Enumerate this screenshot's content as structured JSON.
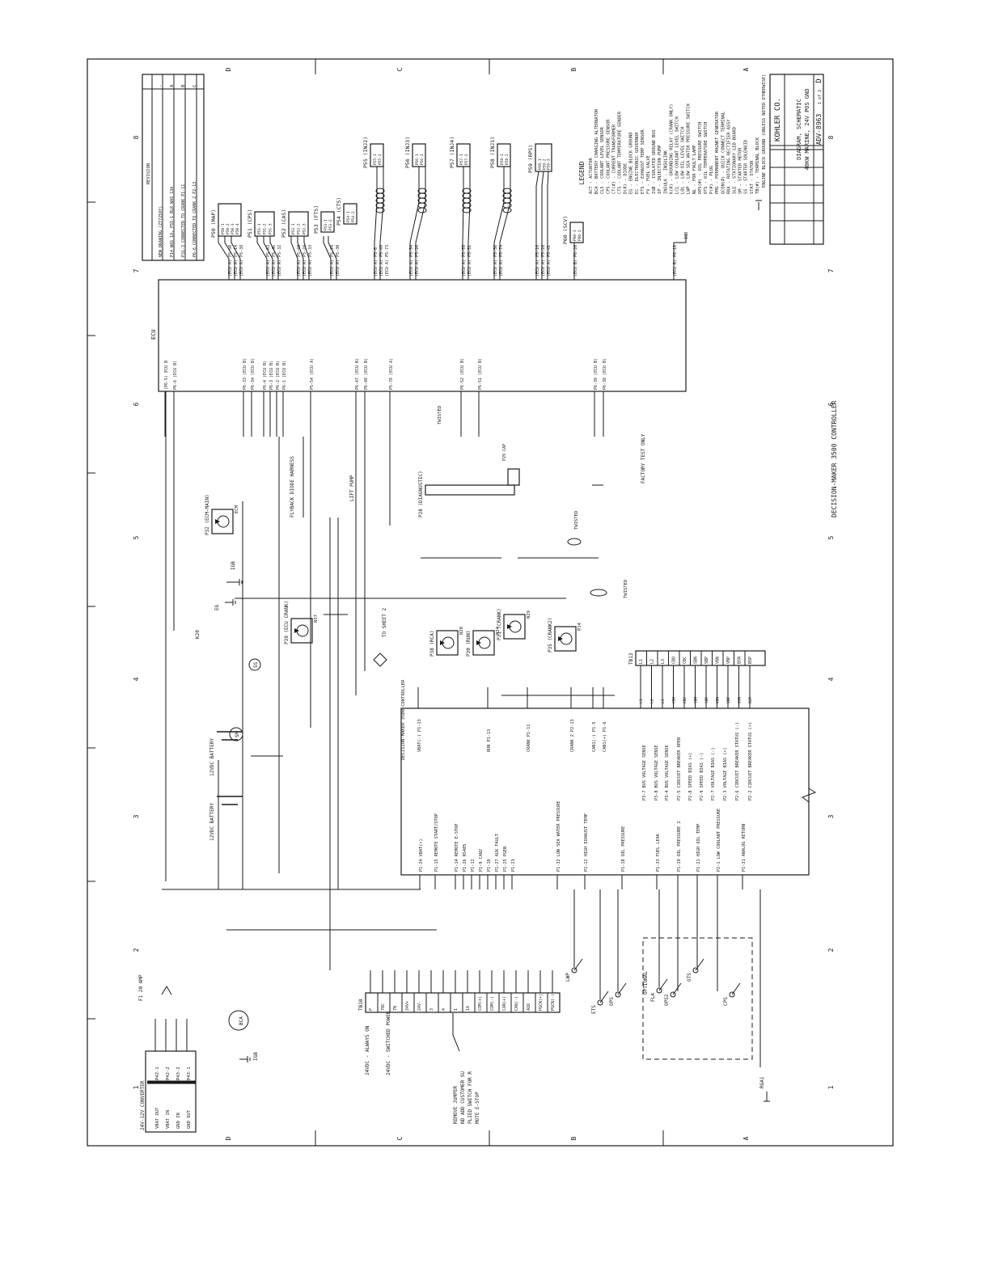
{
  "border": {
    "zones_rows": [
      "D",
      "C",
      "B",
      "A"
    ],
    "zones_cols": [
      "1",
      "2",
      "3",
      "4",
      "5",
      "6",
      "7",
      "8"
    ]
  },
  "title_block": {
    "company": "KOHLER CO.",
    "title_lines": [
      "DIAGRAM, SCHEMATIC",
      "40KW MARINE, 24V POS GND"
    ],
    "drawing_no": "ADV-8963",
    "sheet": "1 of 2",
    "size": "D"
  },
  "revisions": {
    "header": "REVISION",
    "rows": [
      {
        "rev": "-",
        "zone": "",
        "desc": "NEW DRAWING (ZT7259Y)"
      },
      {
        "rev": "A",
        "zone": "",
        "desc": "P14 WAS 1A, P55-1 BLK WAS 13A"
      },
      {
        "rev": "B",
        "zone": "",
        "desc": "P31-3 CONNECTED TO CRANK P1-11"
      },
      {
        "rev": "C",
        "zone": "",
        "desc": "P6-6 CONNECTED TO CRANK 2 P2-13"
      }
    ]
  },
  "ecu": {
    "title": "ECU",
    "controller_name": "DECISION-MAKER 3500 CONTROLLER",
    "left_pins": [
      "(P6-5) ECU B",
      "P6-6 (ECU B)",
      "P6-33 (ECU B)",
      "P6-34 (ECU B)",
      "P6-4 (ECU B)",
      "P6-3 (ECU B)",
      "P6-2 (ECU B)",
      "P6-1 (ECU B)",
      "P5-54 (ECU A)",
      "P6-47 (ECU B)",
      "P6-48 (ECU B)",
      "P5-78 (ECU A)",
      "P6-52 (ECU B)",
      "P6-51 (ECU B)",
      "P6-39 (ECU B)",
      "P6-38 (ECU B)"
    ],
    "right_pins": [
      "(ECU A) P5-50",
      "(ECU A) P5-14",
      "(ECU A) P5-38",
      "(ECU A) P5-63",
      "(ECU A) P5-46",
      "(ECU A) P5-32",
      "(ECU A) P5-48",
      "(ECU A) P5-24",
      "(ECU A) P5-33",
      "(ECU A) P5-7A",
      "(ECU A) P5-30",
      "(ECU A) P5-6",
      "(ECU A) P5-49",
      "(ECU A) P5-73",
      "(ECU A) P5-54",
      "(ECU A) P5-26",
      "(ECU A) P5-55",
      "(ECU A) P5-51",
      "(ECU A) P5-56",
      "(ECU A) P5-74",
      "(ECU A) P5-16",
      "(ECU A) P5-28",
      "(ECU A) P5-41",
      "(ECU B) P6-20",
      "(ECU B) P6-18"
    ]
  },
  "sensors": [
    {
      "ref": "P50 (MAP)",
      "pins": [
        "P50-1",
        "P50-2",
        "P50-3",
        "P50-4"
      ]
    },
    {
      "ref": "P51 (CPS)",
      "pins": [
        "P51-1",
        "P51-2",
        "P51-3"
      ]
    },
    {
      "ref": "P52 (CAS)",
      "pins": [
        "P52-1",
        "P52-2",
        "P52-3"
      ]
    },
    {
      "ref": "P53 (FTS)",
      "pins": [
        "P53-1",
        "P53-2"
      ]
    },
    {
      "ref": "P54 (CTS)",
      "pins": [
        "P54-1",
        "P54-2"
      ]
    },
    {
      "ref": "P55 (INJ2)",
      "pins": [
        "P55-1",
        "P55-2"
      ]
    },
    {
      "ref": "P56 (INJ3)",
      "pins": [
        "P56-1",
        "P56-2"
      ]
    },
    {
      "ref": "P57 (INJ4)",
      "pins": [
        "P57-1",
        "P57-2"
      ]
    },
    {
      "ref": "P58 (INJ1)",
      "pins": [
        "P58-1",
        "P58-2"
      ]
    },
    {
      "ref": "P59 (RPS)",
      "pins": [
        "P59-1",
        "P59-2",
        "P59-3"
      ]
    },
    {
      "ref": "P60 (SCV)",
      "pins": [
        "P60-1",
        "P60-2"
      ]
    }
  ],
  "legend": {
    "title": "LEGEND",
    "items": [
      "ACT - ACTUATOR",
      "BCA - BATTERY CHARGING ALTERNATOR",
      "CLS - COOLANT LEVEL SENSOR",
      "CPS - COOLANT PRESSURE SENSOR",
      "CT(#) - CURRENT TRANSFORMER",
      "CTS - COOLANT TEMPERATURE SENDER",
      "D(#) - DIODE",
      "EG - ENGINE BLOCK GROUND",
      "EC - ELECTRONIC GOVERNOR",
      "ETS - EXHAUST TEMP SENSOR",
      "FV - FUEL VALVE",
      "IGB - ISOLATED GROUND BUS",
      "IP - INJECTION PUMP",
      "INSULK - INSULINK",
      "K(#) - GROUNDING RELAY (CRANK ONLY)",
      "LCL - LOW COOLANT LEVEL SWITCH",
      "LOL - LOW OIL LEVEL SWITCH",
      "LWP - LOW SEA WATER PRESSURE SWITCH",
      "NL - FOR FAULT LAMP",
      "OPS(#) - OIL PRESSURE SWITCH",
      "OTS - OIL TEMPERATURE SWITCH",
      "P(#) - PLUG",
      "PMG - PERMANENT MAGNET GENERATOR",
      "QCON(#) - QUICK CONNECT TERMINAL",
      "RRA - ROTATING RECTIFIER ASSY",
      "SLE - STATIONARY LED BOARD",
      "SM - STARTER MOTOR",
      "SS - STARTER SOLENOID",
      "STAT - STATOR",
      "TB(#) - TERMINAL BLOCK"
    ],
    "ground_note": "ENGINE BLOCK GROUND (UNLESS NOTED OTHERWISE)"
  },
  "battery": {
    "battery_1": "12VDC BATTERY",
    "battery_2": "12VDC BATTERY"
  },
  "converter": {
    "title": "24V-12V CONVERTER",
    "rows": [
      {
        "label": "VBAT OUT",
        "plug": "P42-1"
      },
      {
        "label": "VBAT IN",
        "plug": "P42-2"
      },
      {
        "label": "GND IN",
        "plug": "P43-2"
      },
      {
        "label": "GND OUT",
        "plug": "P43-1"
      }
    ],
    "fuse": "F1 20 AMP"
  },
  "tb10": {
    "title": "TB10",
    "terminals": [
      "P",
      "70C",
      "7N",
      "24V+",
      "24V-",
      "3",
      "4",
      "1",
      "1A",
      "COM(+)",
      "COM(-)",
      "CAN(+)",
      "CAN(-)",
      "AUX",
      "PGCN(+)",
      "PGCN(-)"
    ],
    "notes": [
      "24VDC - ALWAYS ON",
      "24VDC - SWITCHED POWER"
    ],
    "jumper_note": "REMOVE JUMPER AND ADD CUSTOMER SUPPLIED SWITCH FOR REMOTE E-STOP"
  },
  "controller_inputs": [
    "P1-24 VBAT(+)",
    "P1-15 REMOTE START/STOP",
    "P1-14 REMOTE E-STOP",
    "P1-26 RS485",
    "P1-12",
    "P1-9 CAN2",
    "P1-10",
    "P1-27 AUX FAULT",
    "P1-25 PGEN",
    "P1-23",
    "P1-32 LOW SEA WATER PRESSURE",
    "P2-12 HIGH EXHAUST TEMP",
    "P1-18 OIL PRESSURE",
    "P1-33 FUEL LEAK",
    "P1-19 OIL PRESSURE 2",
    "P1-21 HIGH OIL TEMP",
    "P2-1 LOW COOLANT PRESSURE",
    "P1-31 ANALOG RETURN"
  ],
  "controller_outputs": [
    "VBAT(-) P1-13",
    "RUN P1-13",
    "CRANK P1-11",
    "CRANK 2 P2-13",
    "CAN1(-) P1-5",
    "CAN1(+) P1-6"
  ],
  "voltage_sense": [
    "P3-7 BUS VOLTAGE SENSE",
    "P3-8 BUS VOLTAGE SENSE",
    "P3-4 BUS VOLTAGE SENSE",
    "P2-5 CIRCUIT BREAKER OPEN",
    "P2-8 SPEED BIAS (+)",
    "P2-9 SPEED BIAS (-)",
    "P2-7 VOLTAGE BIAS (-)",
    "P2-3 VOLTAGE BIAS (+)",
    "P2-6 CIRCUIT BREAKER STATUS (-)",
    "P2-2 CIRCUIT BREAKER STATUS (+)"
  ],
  "tb13": {
    "title": "TB13",
    "terminals": [
      "L1",
      "L2",
      "L3",
      "CBO",
      "CBC",
      "SBN",
      "SBP",
      "VBN",
      "VBP",
      "BSN",
      "BSP"
    ]
  },
  "relays": [
    {
      "ref": "P39 (ECU CRANK)",
      "coil": "N37"
    },
    {
      "ref": "P38 (RCA)",
      "coil": "N28"
    },
    {
      "ref": "P30 (RUN)",
      "coil": "N24"
    },
    {
      "ref": "P31 (CRANK)",
      "coil": "N29"
    },
    {
      "ref": "P35 (CRANK2)",
      "coil": "P14"
    },
    {
      "ref": "P32 (ECM-MAIN)",
      "coil": "ECM"
    }
  ],
  "misc_labels": {
    "diagnostic": "P28 (DIAGNOSTIC)",
    "lift_pump": "LIFT PUMP",
    "flyback": "FLYBACK DIODE HARNESS",
    "twisted": "TWISTED",
    "factory_test": "FACTORY TEST ONLY",
    "sheet_ref": "TO SHEET 2",
    "terminator": "P29 CAP",
    "optional": "OPTIONAL",
    "switches": [
      "LWP",
      "ETS",
      "OPS",
      "FLA",
      "OPS2",
      "OTS",
      "CPS"
    ],
    "grounds": [
      "IGB",
      "EG",
      "BCA",
      "RGA1"
    ],
    "k20": "K20",
    "ss": "SS",
    "sm": "SM"
  }
}
